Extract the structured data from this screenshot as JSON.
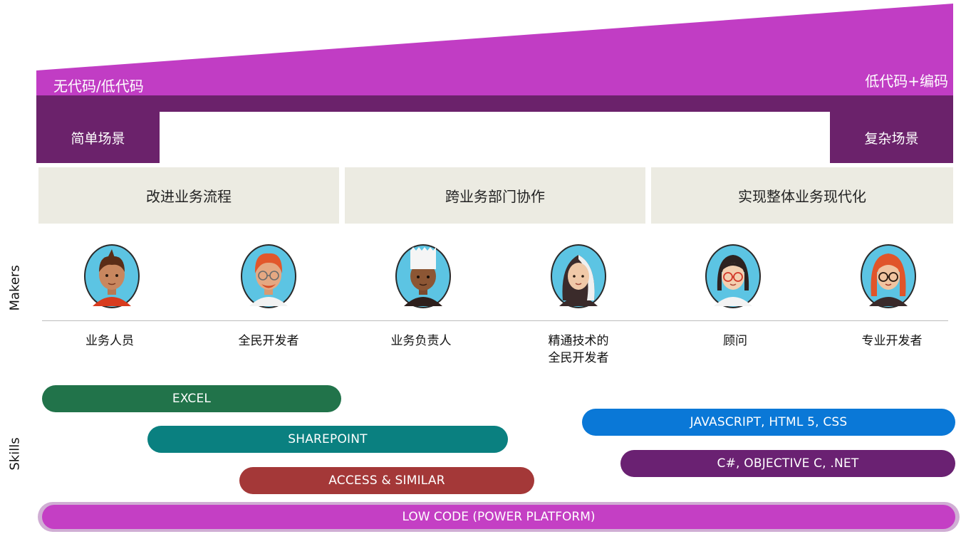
{
  "colors": {
    "magenta": "#c13dc4",
    "dark_purple": "#6b226b",
    "beige": "#ecebe2",
    "excel_green": "#21734a",
    "sharepoint_teal": "#0a8080",
    "access_red": "#a43838",
    "js_blue": "#0a78d7",
    "csharp_purple": "#6a2172",
    "lowcode_magenta": "#c43fc4"
  },
  "spectrum": {
    "left_label": "无代码/低代码",
    "right_label": "低代码+编码"
  },
  "scenarios": {
    "simple": "简单场景",
    "complex": "复杂场景"
  },
  "phases": [
    {
      "label": "改进业务流程"
    },
    {
      "label": "跨业务部门协作"
    },
    {
      "label": "实现整体业务现代化"
    }
  ],
  "side_labels": {
    "makers": "Makers",
    "skills": "Skills"
  },
  "makers": [
    {
      "label": "业务人员",
      "icon": "business-user-avatar-icon"
    },
    {
      "label": "全民开发者",
      "icon": "citizen-developer-avatar-icon"
    },
    {
      "label": "业务负责人",
      "icon": "business-owner-avatar-icon"
    },
    {
      "label": "精通技术的\n全民开发者",
      "icon": "tech-savvy-developer-avatar-icon"
    },
    {
      "label": "顾问",
      "icon": "consultant-avatar-icon"
    },
    {
      "label": "专业开发者",
      "icon": "pro-developer-avatar-icon"
    }
  ],
  "skills": {
    "excel": "EXCEL",
    "sharepoint": "SHAREPOINT",
    "access": "ACCESS & SIMILAR",
    "javascript": "JAVASCRIPT, HTML 5, CSS",
    "csharp": "C#, OBJECTIVE C, .NET",
    "lowcode": "LOW CODE (POWER PLATFORM)"
  }
}
